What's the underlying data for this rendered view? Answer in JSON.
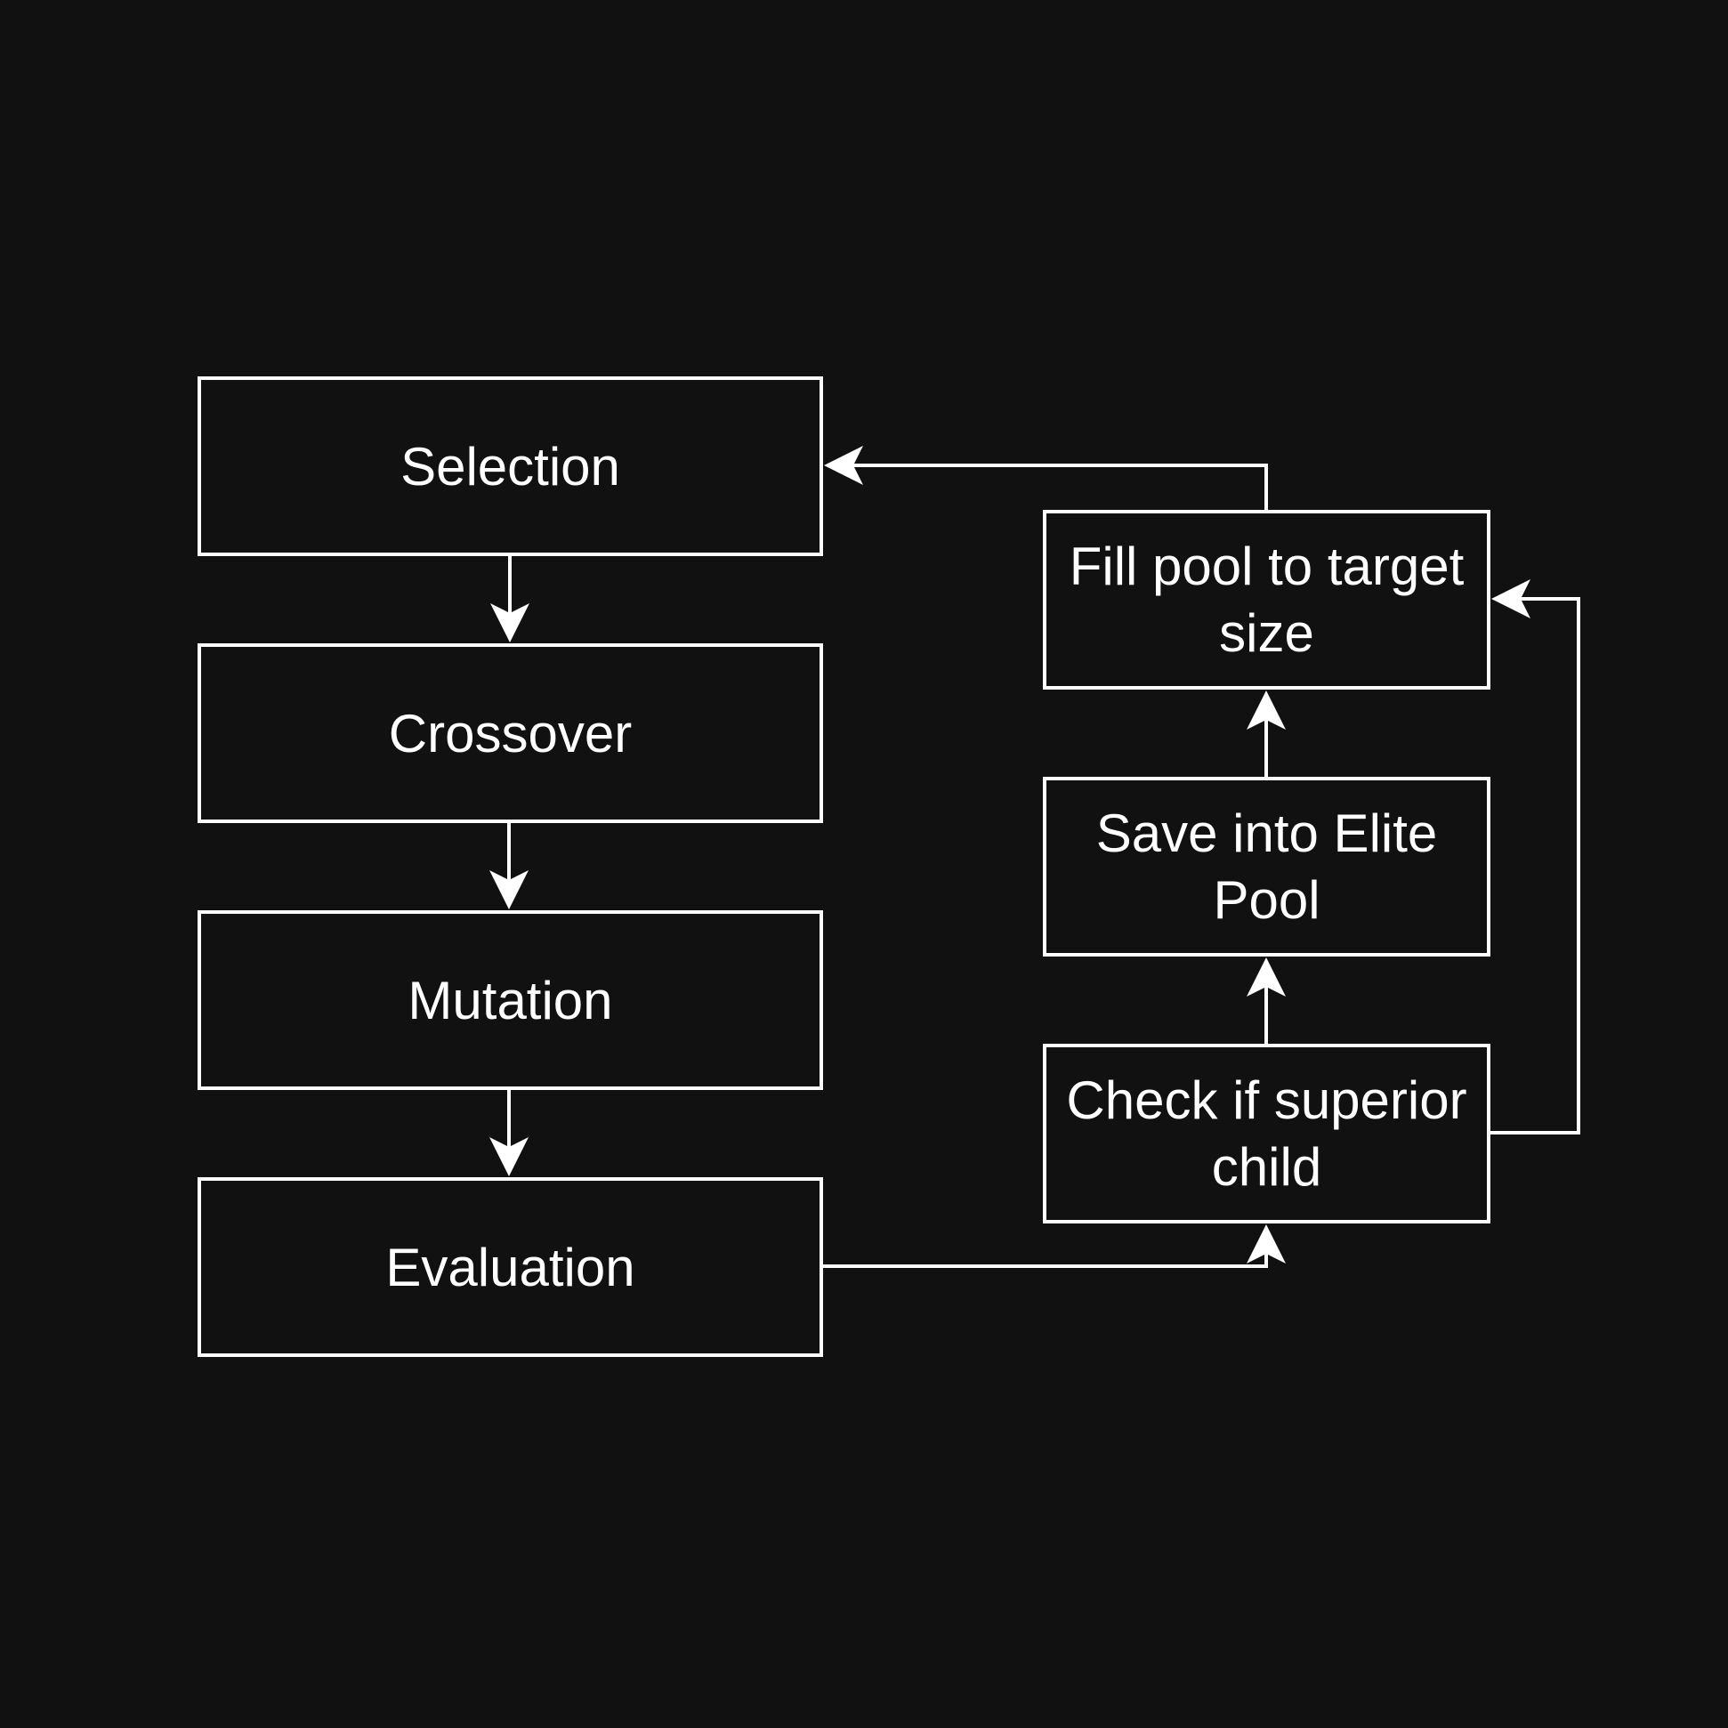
{
  "diagram": {
    "background_color": "#111111",
    "stroke_color": "#ffffff",
    "text_color": "#ffffff",
    "nodes": {
      "selection": "Selection",
      "crossover": "Crossover",
      "mutation": "Mutation",
      "evaluation": "Evaluation",
      "fill_pool": "Fill pool to target size",
      "save_elite": "Save into Elite Pool",
      "check_superior": "Check if superior child"
    },
    "edges": [
      {
        "from": "selection",
        "to": "crossover"
      },
      {
        "from": "crossover",
        "to": "mutation"
      },
      {
        "from": "mutation",
        "to": "evaluation"
      },
      {
        "from": "evaluation",
        "to": "check_superior"
      },
      {
        "from": "check_superior",
        "to": "save_elite"
      },
      {
        "from": "save_elite",
        "to": "fill_pool"
      },
      {
        "from": "check_superior",
        "to": "fill_pool"
      },
      {
        "from": "fill_pool",
        "to": "selection"
      }
    ]
  }
}
